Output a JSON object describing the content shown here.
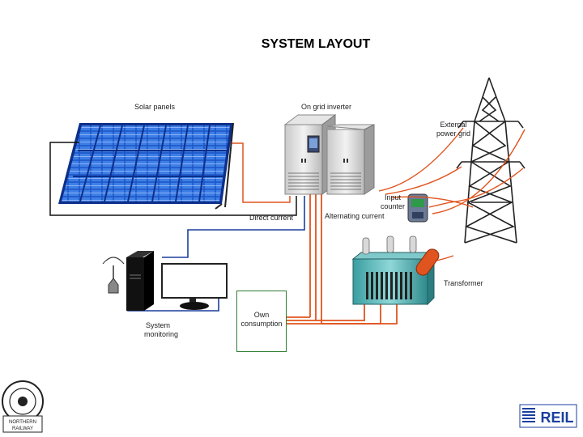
{
  "title": "SYSTEM LAYOUT",
  "labels": {
    "solar_panels": "Solar panels",
    "inverter": "On grid inverter",
    "external_grid_1": "External",
    "external_grid_2": "power grid",
    "input_counter_1": "Input",
    "input_counter_2": "counter",
    "direct_current": "Direct current",
    "alternating_current": "Alternating current",
    "transformer": "Transformer",
    "system_monitoring_1": "System",
    "system_monitoring_2": "monitoring",
    "own_consumption_1": "Own",
    "own_consumption_2": "consumption"
  },
  "logos": {
    "left_badge_text": "NORTHERN RAILWAY",
    "right_logo_text": "REIL"
  },
  "colors": {
    "dc_line": "#1a3f9e",
    "ac_line": "#e0541f",
    "panel_blue": "#1f5fcf",
    "consumption_border": "#2e7d32"
  }
}
